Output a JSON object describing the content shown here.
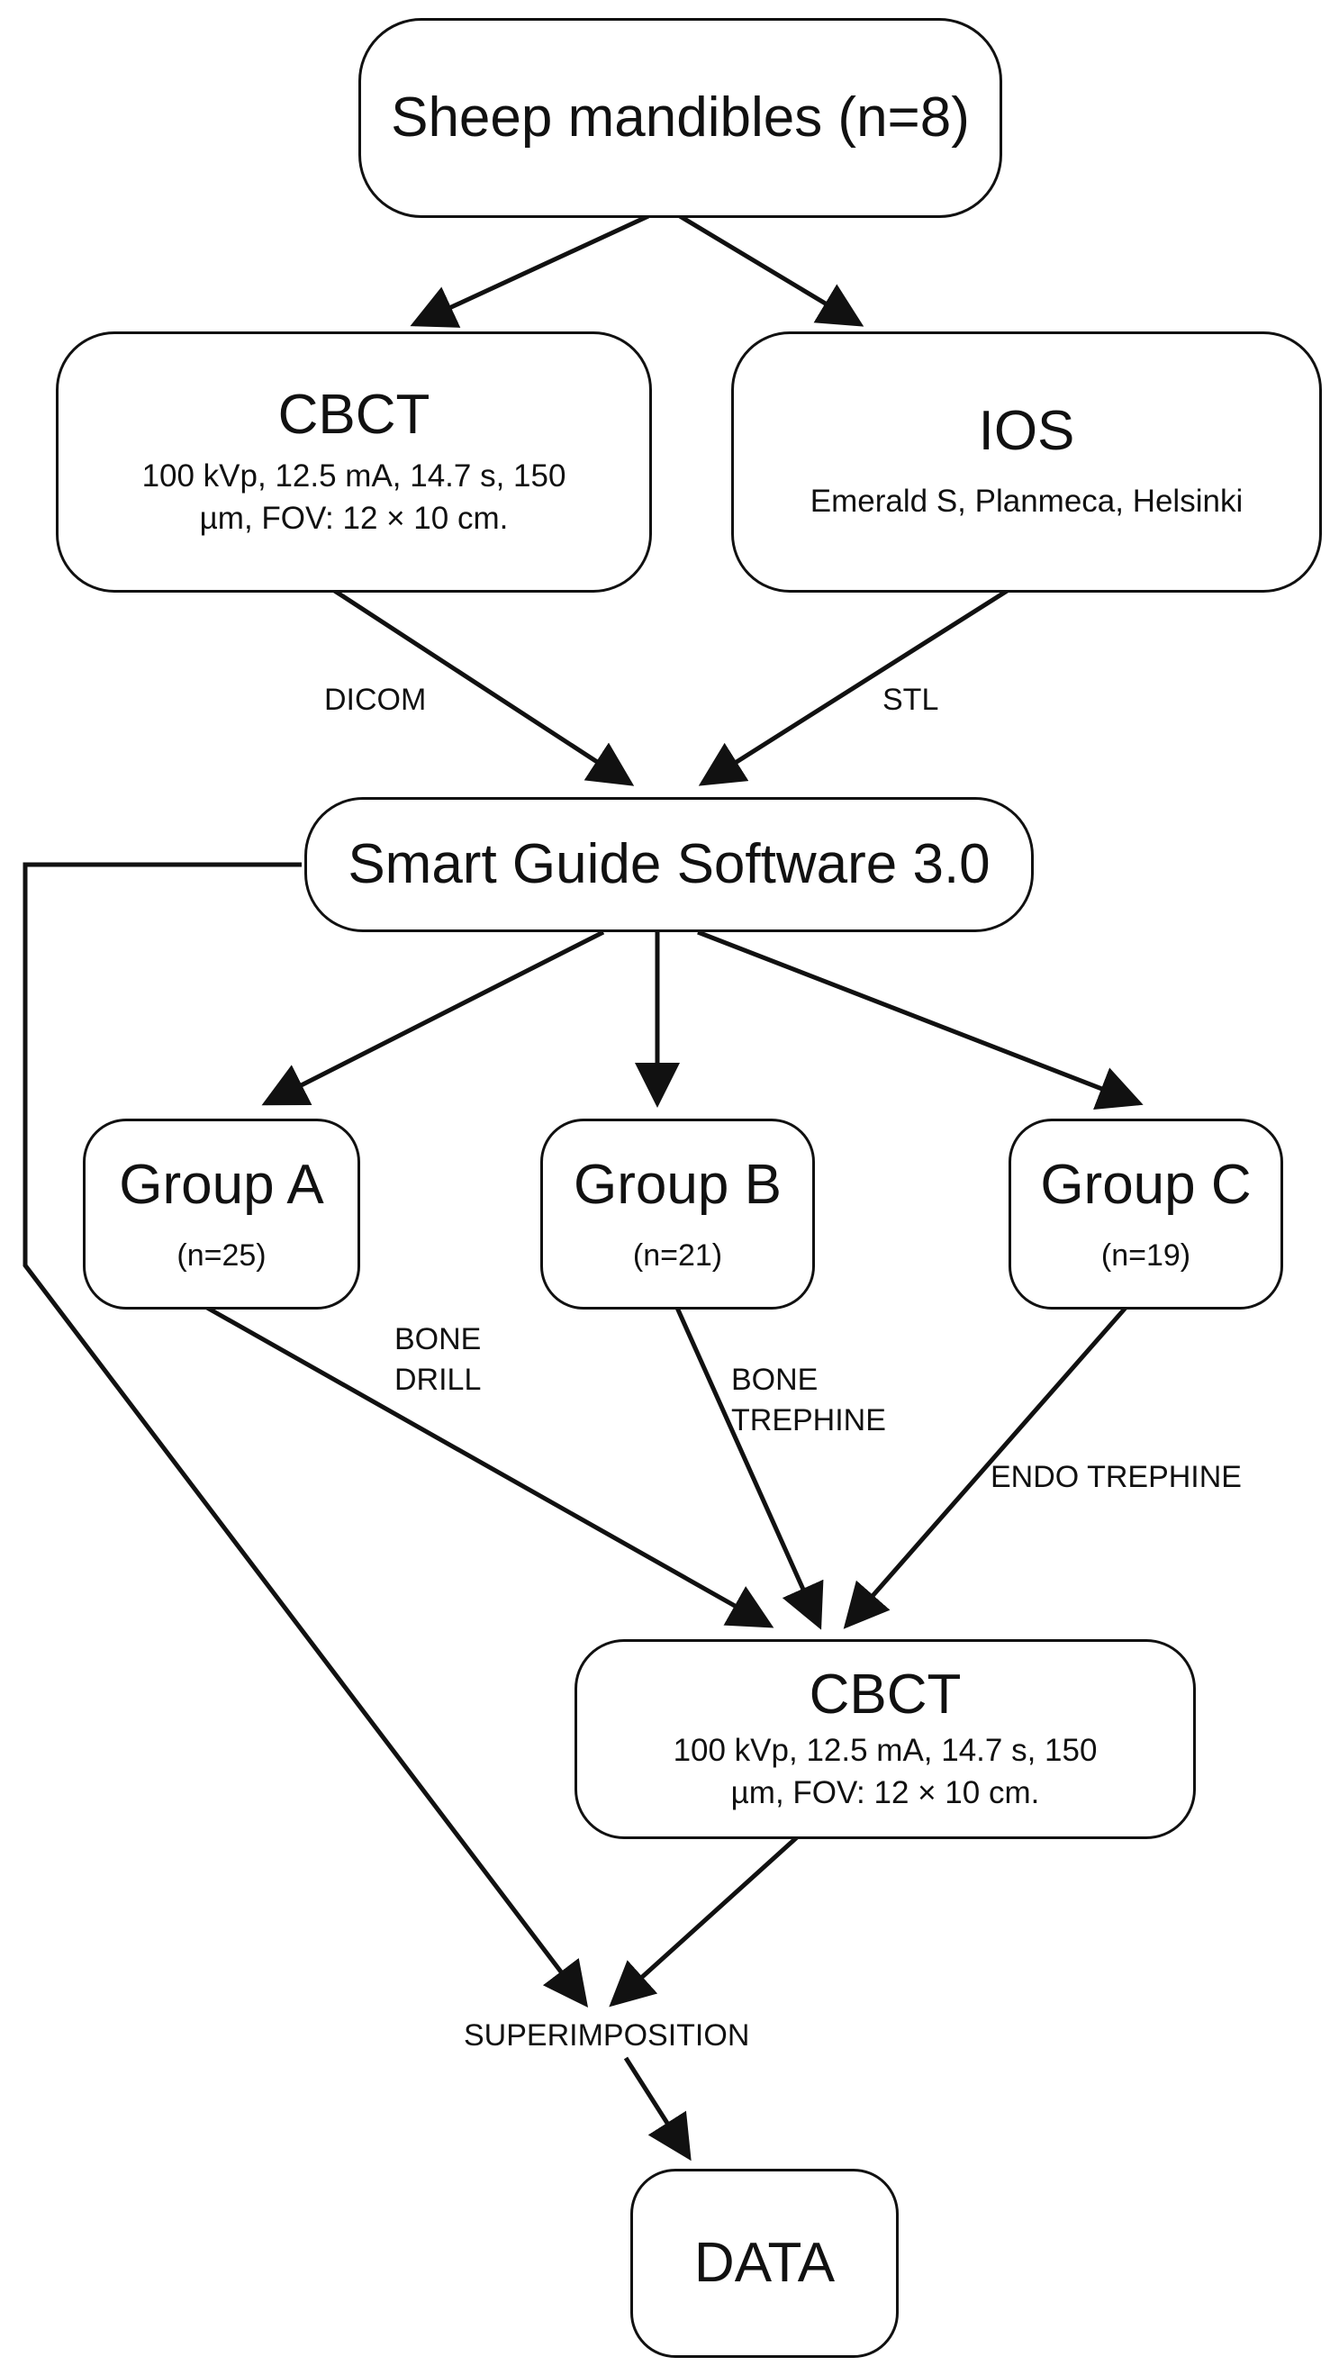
{
  "nodes": {
    "source": {
      "label": "Sheep mandibles (n=8)"
    },
    "cbct_initial": {
      "title": "CBCT",
      "line1": "100 kVp, 12.5 mA, 14.7 s, 150",
      "line2": "µm, FOV: 12 × 10 cm."
    },
    "ios": {
      "title": "IOS",
      "detail": "Emerald S, Planmeca, Helsinki"
    },
    "software": {
      "label": "Smart Guide Software 3.0"
    },
    "group_a": {
      "title": "Group A",
      "count": "(n=25)"
    },
    "group_b": {
      "title": "Group B",
      "count": "(n=21)"
    },
    "group_c": {
      "title": "Group C",
      "count": "(n=19)"
    },
    "cbct_final": {
      "title": "CBCT",
      "line1": "100 kVp, 12.5 mA, 14.7 s, 150",
      "line2": "µm, FOV: 12 × 10 cm."
    },
    "data": {
      "label": "DATA"
    }
  },
  "edge_labels": {
    "dicom": "DICOM",
    "stl": "STL",
    "bone_drill_1": "BONE",
    "bone_drill_2": "DRILL",
    "bone_trephine_1": "BONE",
    "bone_trephine_2": "TREPHINE",
    "endo_trephine": "ENDO TREPHINE",
    "superimposition": "SUPERIMPOSITION"
  }
}
